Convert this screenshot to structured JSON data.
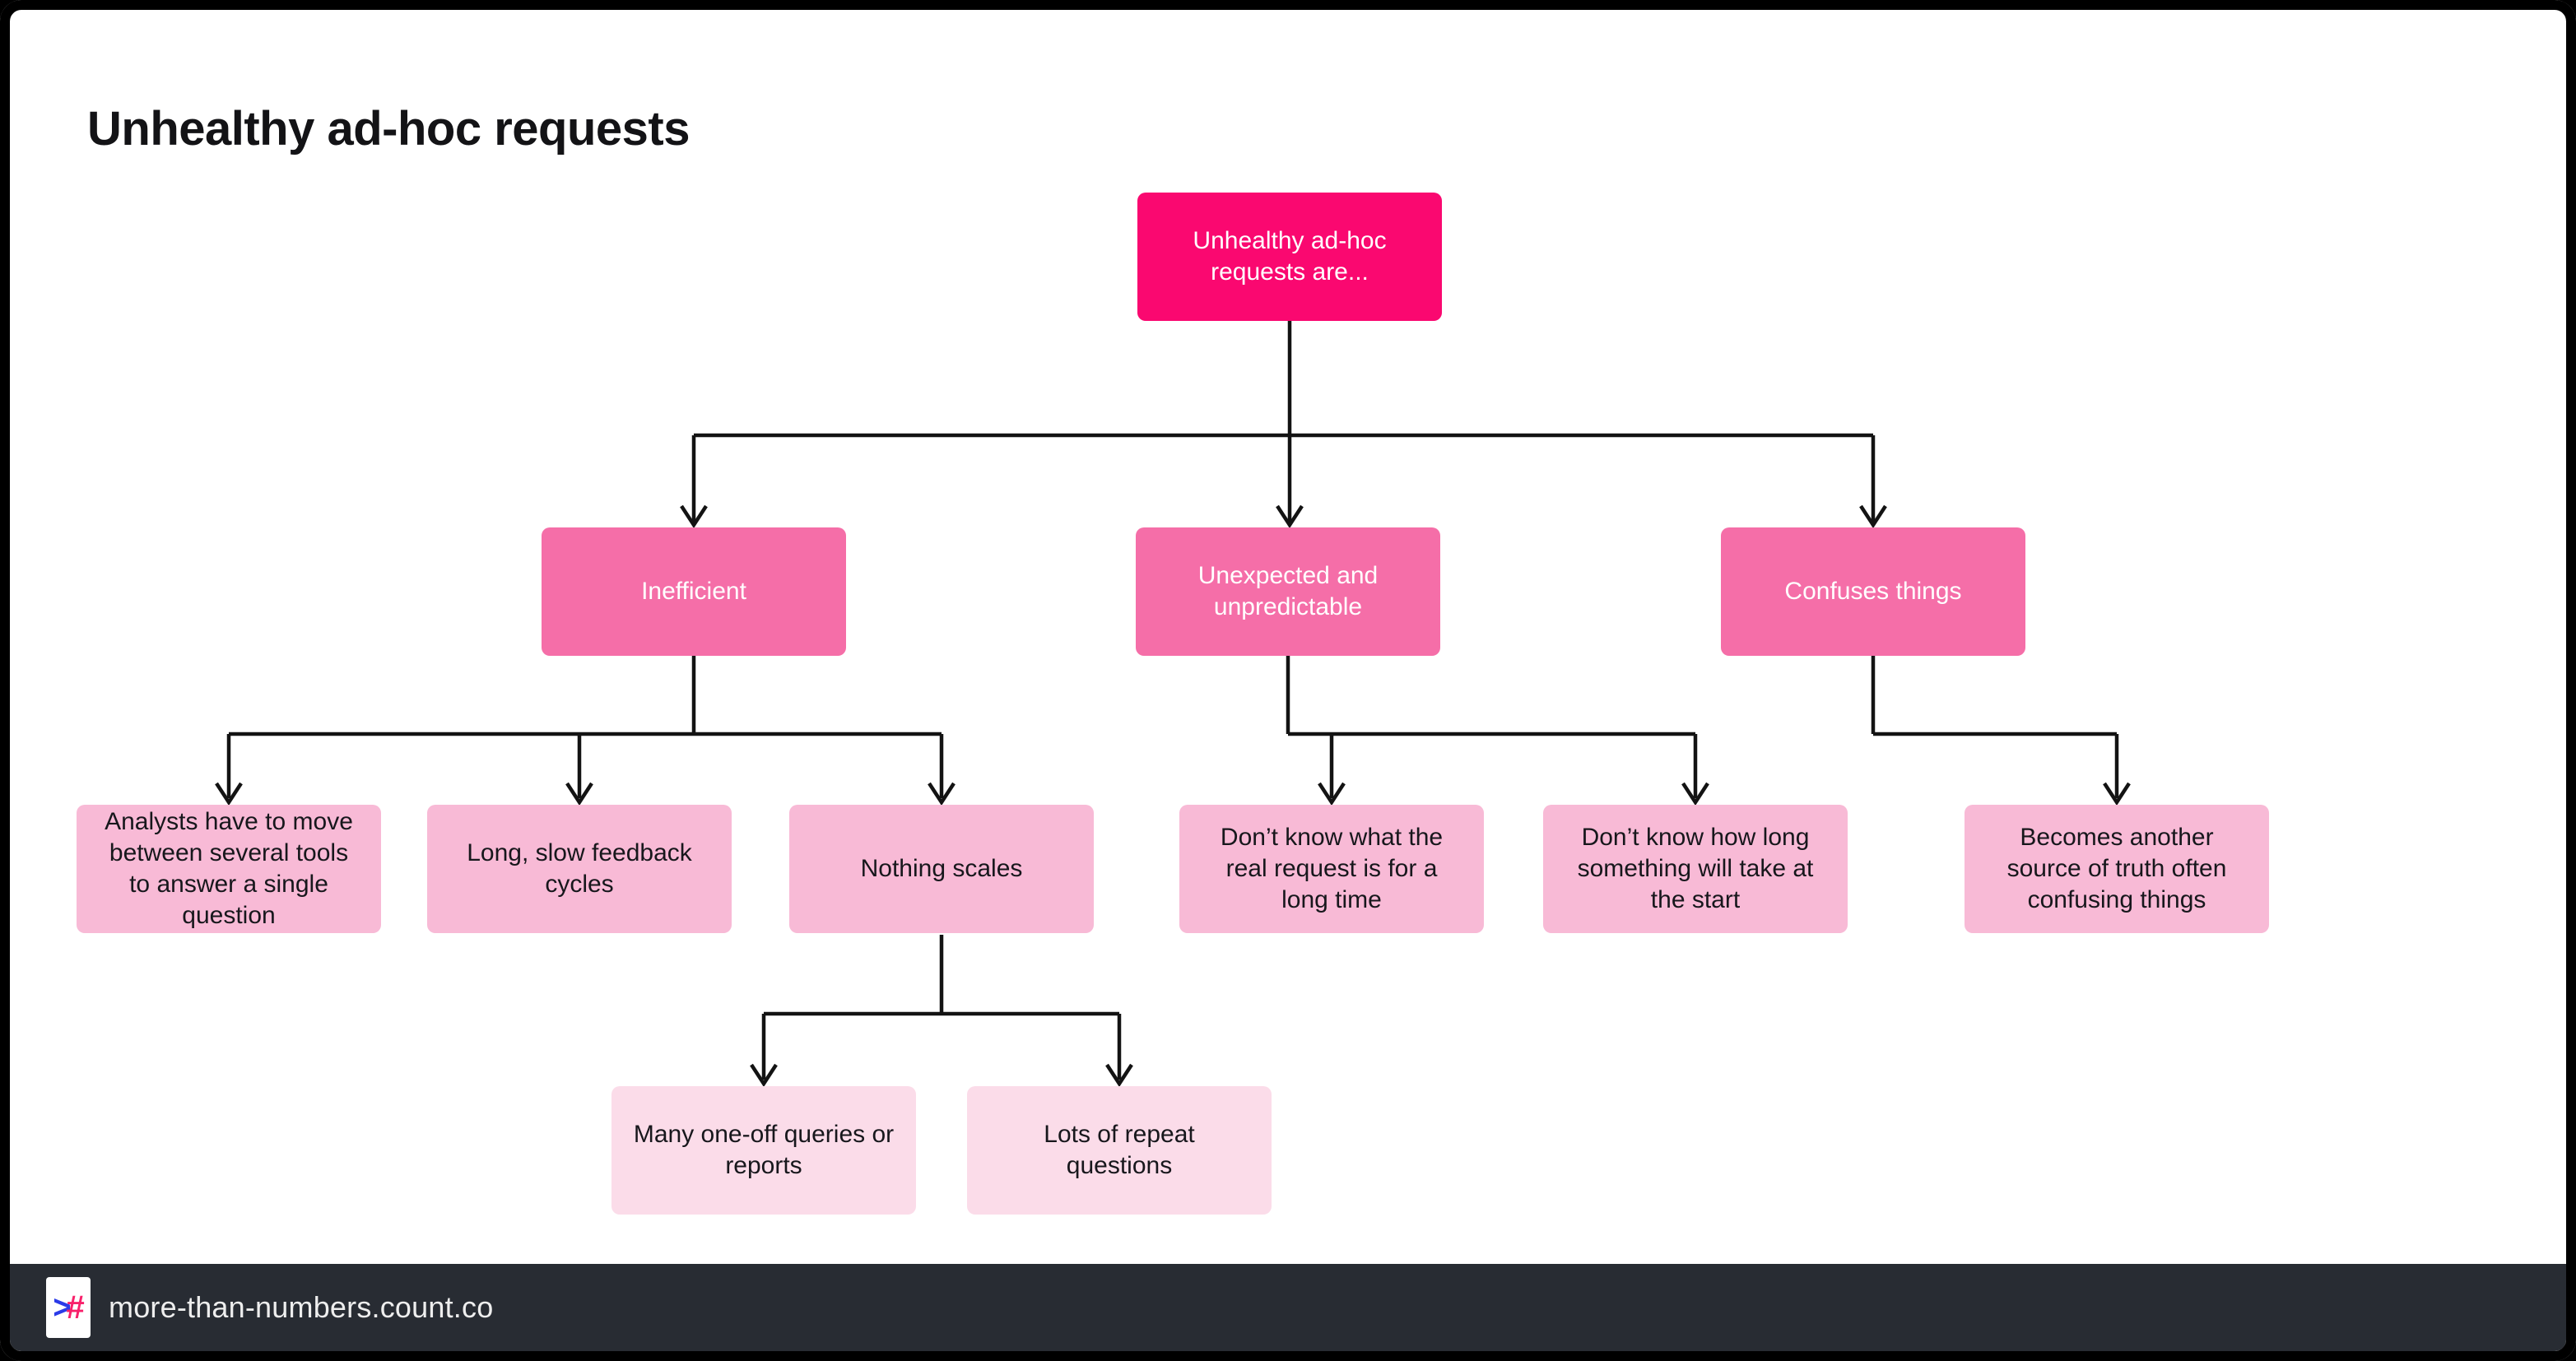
{
  "page": {
    "title": "Unhealthy ad-hoc requests"
  },
  "colors": {
    "root_node": "#FA0870",
    "branch_node": "#F56EA8",
    "leaf_node": "#F8BAD6",
    "subleaf_node": "#FBDCE9",
    "connector_line": "#131313",
    "footer_bg": "#282C33",
    "logo_chevron_blue": "#2B3BE8",
    "logo_hash_pink": "#F8216B"
  },
  "diagram": {
    "type": "tree",
    "root": {
      "label": "Unhealthy ad-hoc requests are...",
      "children": [
        {
          "label": "Inefficient",
          "children": [
            {
              "label": "Analysts have to move between several tools to answer a single question"
            },
            {
              "label": "Long, slow feedback cycles"
            },
            {
              "label": "Nothing scales",
              "children": [
                {
                  "label": "Many one-off queries or reports"
                },
                {
                  "label": "Lots of repeat questions"
                }
              ]
            }
          ]
        },
        {
          "label": "Unexpected and unpredictable",
          "children": [
            {
              "label": "Don’t know what the real request is for a long time"
            },
            {
              "label": "Don’t know how long something will take at the start"
            }
          ]
        },
        {
          "label": "Confuses things",
          "children": [
            {
              "label": "Becomes another source of truth often confusing things"
            }
          ]
        }
      ]
    }
  },
  "footer": {
    "url": "more-than-numbers.count.co",
    "logo": {
      "chevron_glyph": ">",
      "hash_glyph": "#"
    }
  }
}
